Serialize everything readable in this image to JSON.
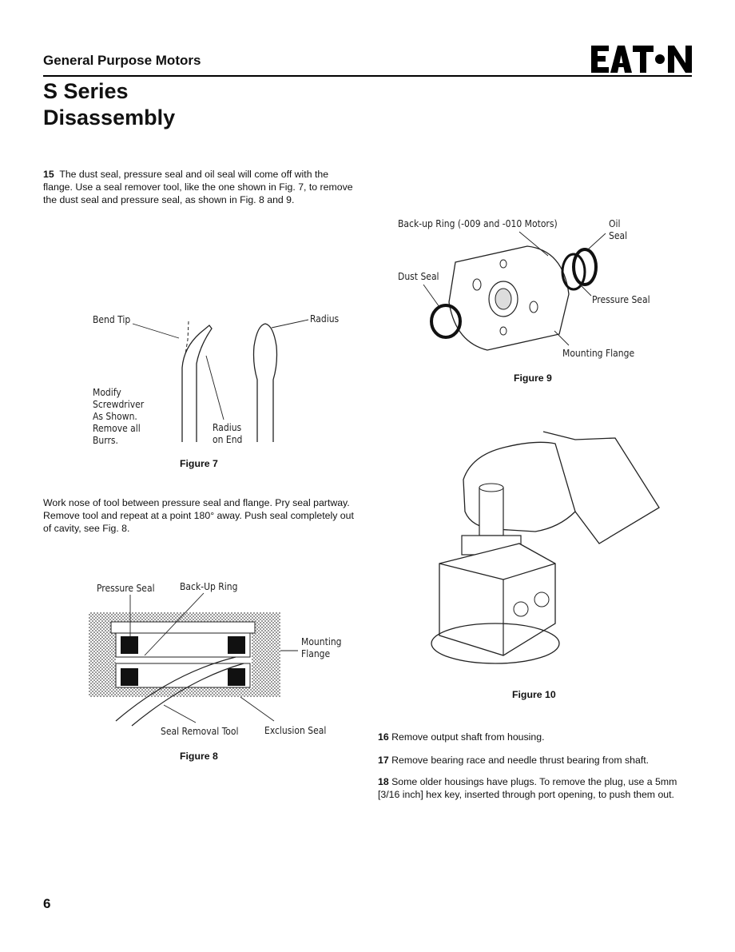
{
  "header": {
    "section_title": "General Purpose Motors",
    "brand_logo_text": "EATON"
  },
  "title": {
    "line1": "S Series",
    "line2": "Disassembly"
  },
  "steps": {
    "s15_num": "15",
    "s15_text": "The dust seal, pressure seal and oil seal will come off with the flange. Use a seal remover tool, like the one shown in Fig. 7, to remove the dust seal and pressure seal, as shown in Fig. 8 and 9.",
    "work_nose_text": "Work nose of tool between pressure seal and flange. Pry seal partway. Remove tool and repeat at a point 180° away. Push seal completely out of cavity, see Fig. 8.",
    "s16_num": "16",
    "s16_text": "Remove output shaft from housing.",
    "s17_num": "17",
    "s17_text": "Remove bearing race and needle thrust bearing from shaft.",
    "s18_num": "18",
    "s18_text": "Some older housings have plugs. To remove the plug, use a 5mm [3/16 inch] hex key, inserted through port opening, to push them out."
  },
  "figures": {
    "fig7": {
      "caption": "Figure 7",
      "bend_tip": "Bend Tip",
      "radius": "Radius",
      "modify_lines": [
        "Modify",
        "Screwdriver",
        "As Shown.",
        "Remove all",
        "Burrs."
      ],
      "radius_on_end": [
        "Radius",
        "on End"
      ]
    },
    "fig8": {
      "caption": "Figure 8",
      "pressure_seal": "Pressure Seal",
      "backup_ring": "Back-Up Ring",
      "mounting_flange": [
        "Mounting",
        "Flange"
      ],
      "seal_removal_tool": "Seal Removal Tool",
      "exclusion_seal": "Exclusion Seal"
    },
    "fig9": {
      "caption": "Figure 9",
      "backup_ring": "Back-up Ring (-009 and -010 Motors)",
      "oil_seal": [
        "Oil",
        "Seal"
      ],
      "dust_seal": "Dust Seal",
      "pressure_seal": "Pressure Seal",
      "mounting_flange": "Mounting Flange"
    },
    "fig10": {
      "caption": "Figure 10"
    }
  },
  "footer": {
    "page_number": "6"
  }
}
